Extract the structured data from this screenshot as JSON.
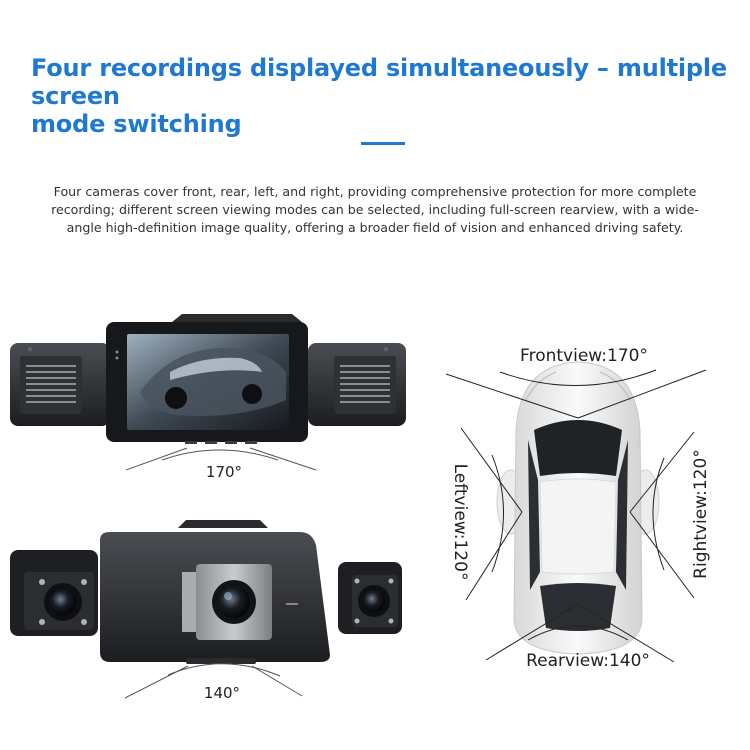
{
  "header": {
    "title_line1": "Four recordings displayed simultaneously – multiple screen",
    "title_line2": "mode switching",
    "accent_color": "#1f78d1"
  },
  "description": {
    "line1": "Four cameras cover front, rear, left, and right, providing comprehensive protection for more complete",
    "line2": "recording; different screen viewing modes can be selected, including full-screen rearview, with a wide-",
    "line3": "angle high-definition image quality, offering a broader field of vision and enhanced driving safety."
  },
  "front_device": {
    "angle_label": "170°"
  },
  "rear_device": {
    "angle_label": "140°"
  },
  "car_diagram": {
    "front_label": "Frontview:170°",
    "rear_label": "Rearview:140°",
    "left_label": "Leftview:120°",
    "right_label": "Rightview:120°"
  }
}
